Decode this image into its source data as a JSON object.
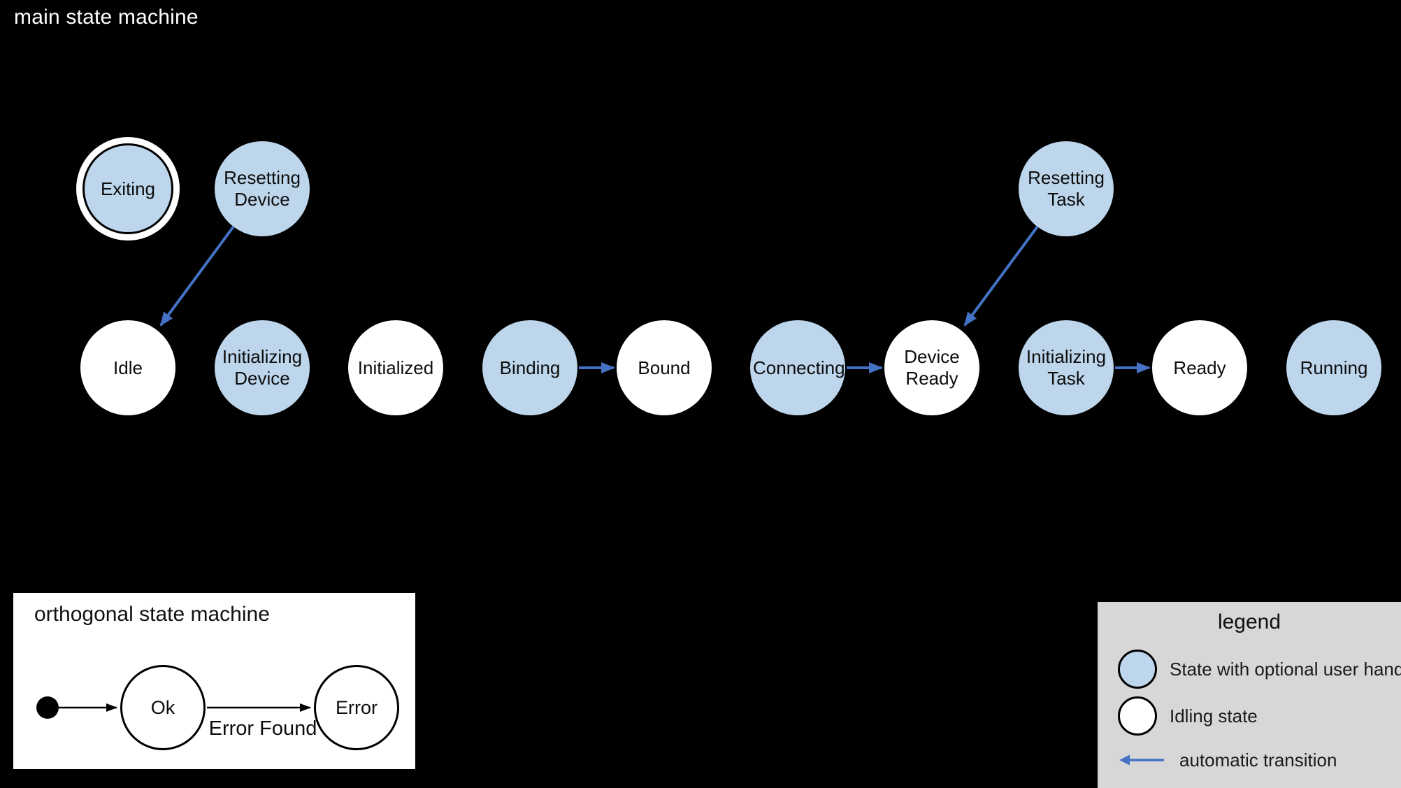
{
  "diagram": {
    "title": "main state machine",
    "colors": {
      "background": "#000000",
      "state_fill_user_handler": "#bdd6ec",
      "state_fill_idling": "#ffffff",
      "automatic_transition_arrow": "#4472c4",
      "legend_background": "#d7d7d7"
    },
    "states": [
      {
        "id": "exiting",
        "label": "Exiting",
        "kind": "user-handler",
        "emphasized_double_ring": true
      },
      {
        "id": "resetting-device",
        "label": "Resetting Device",
        "kind": "user-handler"
      },
      {
        "id": "resetting-task",
        "label": "Resetting Task",
        "kind": "user-handler"
      },
      {
        "id": "idle",
        "label": "Idle",
        "kind": "idling"
      },
      {
        "id": "initializing-device",
        "label": "Initializing Device",
        "kind": "user-handler"
      },
      {
        "id": "initialized",
        "label": "Initialized",
        "kind": "idling"
      },
      {
        "id": "binding",
        "label": "Binding",
        "kind": "user-handler"
      },
      {
        "id": "bound",
        "label": "Bound",
        "kind": "idling"
      },
      {
        "id": "connecting",
        "label": "Connecting",
        "kind": "user-handler"
      },
      {
        "id": "device-ready",
        "label": "Device Ready",
        "kind": "idling"
      },
      {
        "id": "initializing-task",
        "label": "Initializing Task",
        "kind": "user-handler"
      },
      {
        "id": "ready",
        "label": "Ready",
        "kind": "idling"
      },
      {
        "id": "running",
        "label": "Running",
        "kind": "user-handler"
      }
    ],
    "transitions": [
      {
        "from": "Resetting Device",
        "to": "Idle",
        "type": "automatic"
      },
      {
        "from": "Binding",
        "to": "Bound",
        "type": "automatic"
      },
      {
        "from": "Connecting",
        "to": "Device Ready",
        "type": "automatic"
      },
      {
        "from": "Resetting Task",
        "to": "Device Ready",
        "type": "automatic"
      },
      {
        "from": "Initializing Task",
        "to": "Ready",
        "type": "automatic"
      }
    ]
  },
  "orthogonal": {
    "title": "orthogonal state machine",
    "states": [
      {
        "id": "ok",
        "label": "Ok"
      },
      {
        "id": "error",
        "label": "Error"
      }
    ],
    "transitions": [
      {
        "from": "initial",
        "to": "Ok",
        "label": ""
      },
      {
        "from": "Ok",
        "to": "Error",
        "label": "Error Found"
      }
    ]
  },
  "legend": {
    "title": "legend",
    "items": [
      {
        "swatch": "user-handler-state-swatch",
        "label": "State with optional user handler"
      },
      {
        "swatch": "idling-state-swatch",
        "label": "Idling state"
      },
      {
        "swatch": "automatic-transition-arrow-swatch",
        "label": "automatic transition"
      }
    ]
  }
}
